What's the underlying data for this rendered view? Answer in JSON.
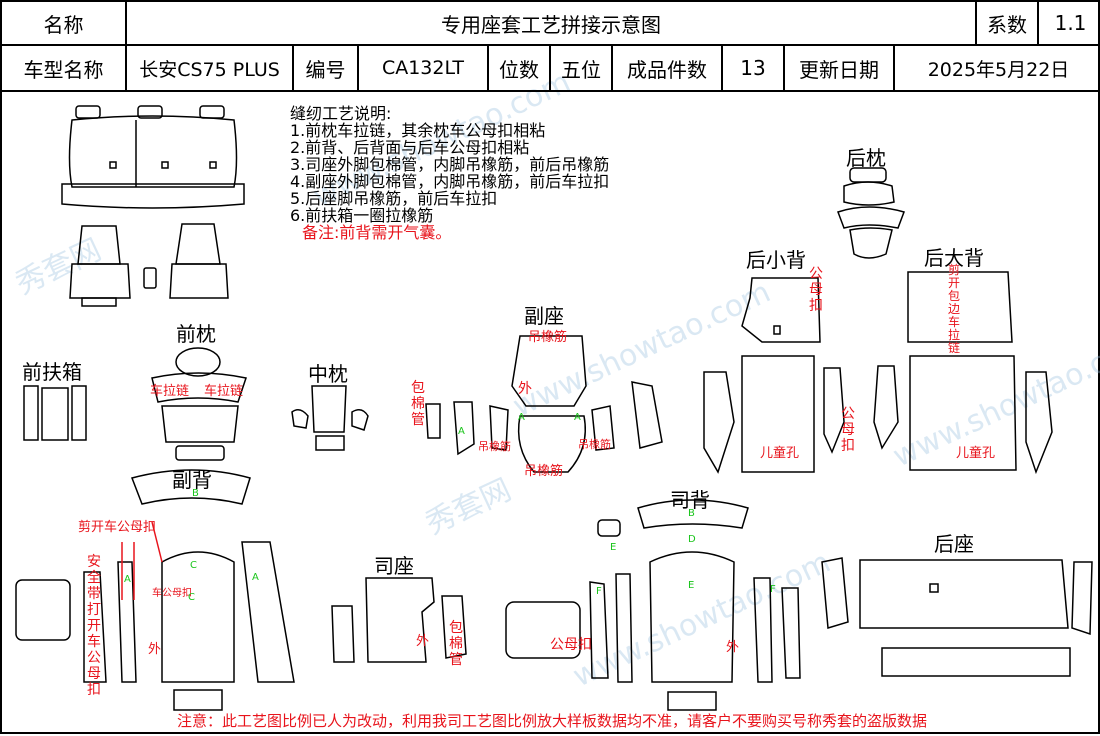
{
  "header": {
    "name_label": "名称",
    "title": "专用座套工艺拼接示意图",
    "series_label": "系数",
    "series_value": "1.1",
    "model_label": "车型名称",
    "model_value": "长安CS75 PLUS",
    "code_label": "编号",
    "code_value": "CA132LT",
    "seats_label": "位数",
    "seats_value": "五位",
    "pieces_label": "成品件数",
    "pieces_value": "13",
    "date_label": "更新日期",
    "date_value": "2025年5月22日"
  },
  "notes": {
    "heading": "缝纫工艺说明:",
    "items": [
      "1.前枕车拉链，其余枕车公母扣相粘",
      "2.前背、后背面与后车公母扣相粘",
      "3.司座外脚包棉管，内脚吊橡筋，前后吊橡筋",
      "4.副座外脚包棉管，内脚吊橡筋，前后车拉扣",
      "5.后座脚吊橡筋，前后车拉扣",
      "6.前扶箱一圈拉橡筋"
    ],
    "remark": "备注:前背需开气囊。"
  },
  "parts": {
    "rear_headrest": "后枕",
    "rear_small_back": "后小背",
    "rear_big_back": "后大背",
    "front_headrest": "前枕",
    "front_armrest": "前扶箱",
    "middle_headrest": "中枕",
    "passenger_seat": "副座",
    "passenger_back": "副背",
    "driver_back": "司背",
    "driver_seat": "司座",
    "rear_seat": "后座"
  },
  "annotations": {
    "zipper_left": "车拉链",
    "zipper_right": "车拉链",
    "pipe_left": "包棉管",
    "hang_elastic_top": "吊橡筋",
    "outer_1": "外",
    "hang_elastic_l": "吊橡筋",
    "hang_elastic_r": "吊橡筋",
    "hang_elastic_bottom": "吊橡筋",
    "male_female_1": "公母扣",
    "male_female_2": "公母扣",
    "child_hole_1": "儿童孔",
    "cut_open_edge": "剪开包边车拉链",
    "child_hole_2": "儿童孔",
    "cut_open_snap": "剪开车公母扣",
    "seatbelt": "安全带打开车公母扣",
    "snap_small": "车公母扣",
    "outer_2": "外",
    "outer_3": "外",
    "pipe_right": "包棉管",
    "male_female_3": "公母扣",
    "outer_4": "外"
  },
  "markers": {
    "A": "A",
    "B": "B",
    "C": "C",
    "D": "D",
    "E": "E",
    "F": "F"
  },
  "watermark": {
    "site": "www.showtao.com",
    "brand": "秀套网"
  },
  "footer": "注意：此工艺图比例已人为改动，利用我司工艺图比例放大样板数据均不准，请客户不要购买号称秀套的盗版数据",
  "colors": {
    "annotation": "#e8141c",
    "marker": "#19c41a",
    "line": "#000000"
  }
}
